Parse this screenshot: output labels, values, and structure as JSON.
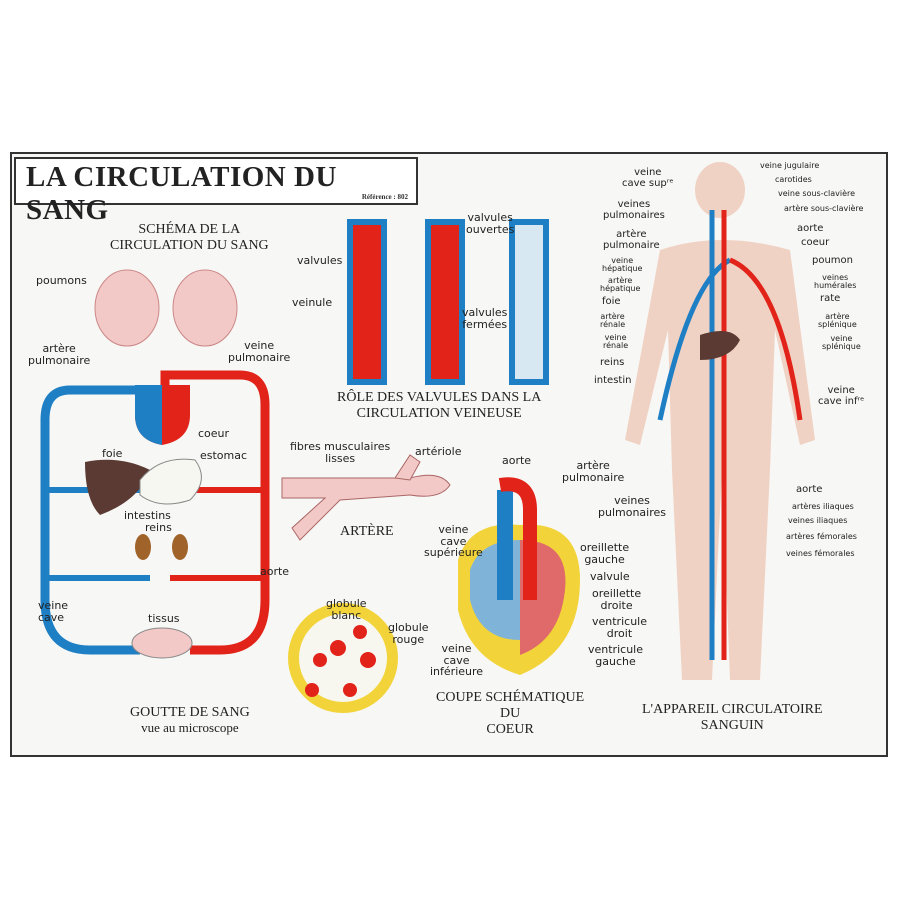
{
  "title": "LA CIRCULATION DU SANG",
  "reference": "Référence : 802",
  "schema": {
    "caption": [
      "SCHÉMA DE LA",
      "CIRCULATION DU SANG"
    ],
    "labels": {
      "poumons": "poumons",
      "artere_pulmonaire": "artère\npulmonaire",
      "veine_pulmonaire": "veine\npulmonaire",
      "coeur": "coeur",
      "foie": "foie",
      "estomac": "estomac",
      "intestins": "intestins",
      "reins": "reins",
      "aorte": "aorte",
      "veine_cave": "veine\ncave",
      "tissus": "tissus"
    }
  },
  "valvules": {
    "caption": [
      "RÔLE DES VALVULES DANS LA",
      "CIRCULATION VEINEUSE"
    ],
    "labels": {
      "valvules": "valvules",
      "veinule": "veinule",
      "valvules_ouvertes": "valvules\nouvertes",
      "valvules_fermees": "valvules\nfermées"
    }
  },
  "artere": {
    "caption": "ARTÈRE",
    "labels": {
      "fibres": "fibres musculaires\nlisses",
      "arteriole": "artériole"
    }
  },
  "goutte": {
    "caption": [
      "GOUTTE DE SANG",
      "vue au microscope"
    ],
    "labels": {
      "globule_blanc": "globule\nblanc",
      "globule_rouge": "globule\nrouge"
    }
  },
  "coeur": {
    "caption": [
      "COUPE SCHÉMATIQUE",
      "DU",
      "COEUR"
    ],
    "labels": {
      "aorte": "aorte",
      "artere_pulmonaire": "artère\npulmonaire",
      "veines_pulmonaires": "veines\npulmonaires",
      "veine_cave_sup": "veine\ncave\nsupérieure",
      "oreillette_gauche": "oreillette\ngauche",
      "valvule": "valvule",
      "oreillette_droite": "oreillette\ndroite",
      "ventricule_droit": "ventricule\ndroit",
      "ventricule_gauche": "ventricule\ngauche",
      "veine_cave_inf": "veine\ncave\ninférieure"
    }
  },
  "appareil": {
    "caption": [
      "L'APPAREIL CIRCULATOIRE",
      "SANGUIN"
    ],
    "left_labels": [
      "veine\ncave supʳᵉ",
      "veines\npulmonaires",
      "artère\npulmonaire",
      "veine\nhépatique",
      "artère\nhépatique",
      "foie",
      "artère\nrénale",
      "veine\nrénale",
      "reins",
      "intestin"
    ],
    "right_labels": [
      "veine jugulaire",
      "carotides",
      "veine sous-clavière",
      "artère sous-clavière",
      "aorte",
      "coeur",
      "poumon",
      "veines\nhumérales",
      "rate",
      "artère\nsplénique",
      "veine\nsplénique",
      "veine\ncave infʳᵉ",
      "aorte",
      "artères iliaques",
      "veines iliaques",
      "artères fémorales",
      "veines fémorales"
    ]
  },
  "colors": {
    "artery": "#e2231a",
    "vein": "#1f7fc4",
    "organ_pink": "#f2c9c6",
    "skin": "#f0d2c4",
    "yellow": "#f2d43a"
  }
}
